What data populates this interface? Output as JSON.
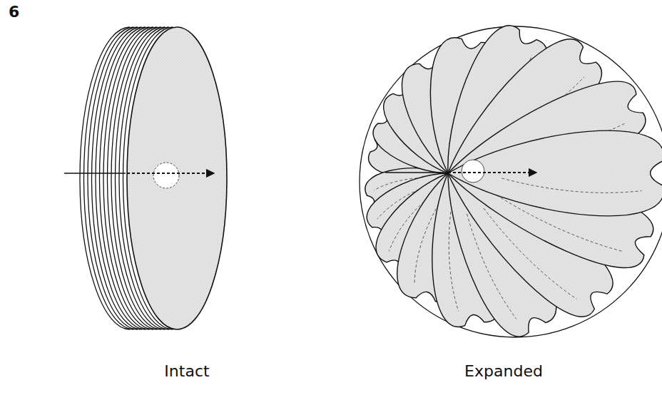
{
  "diagram": {
    "labels": [
      "6",
      "Intact",
      "Expanded"
    ]
  }
}
